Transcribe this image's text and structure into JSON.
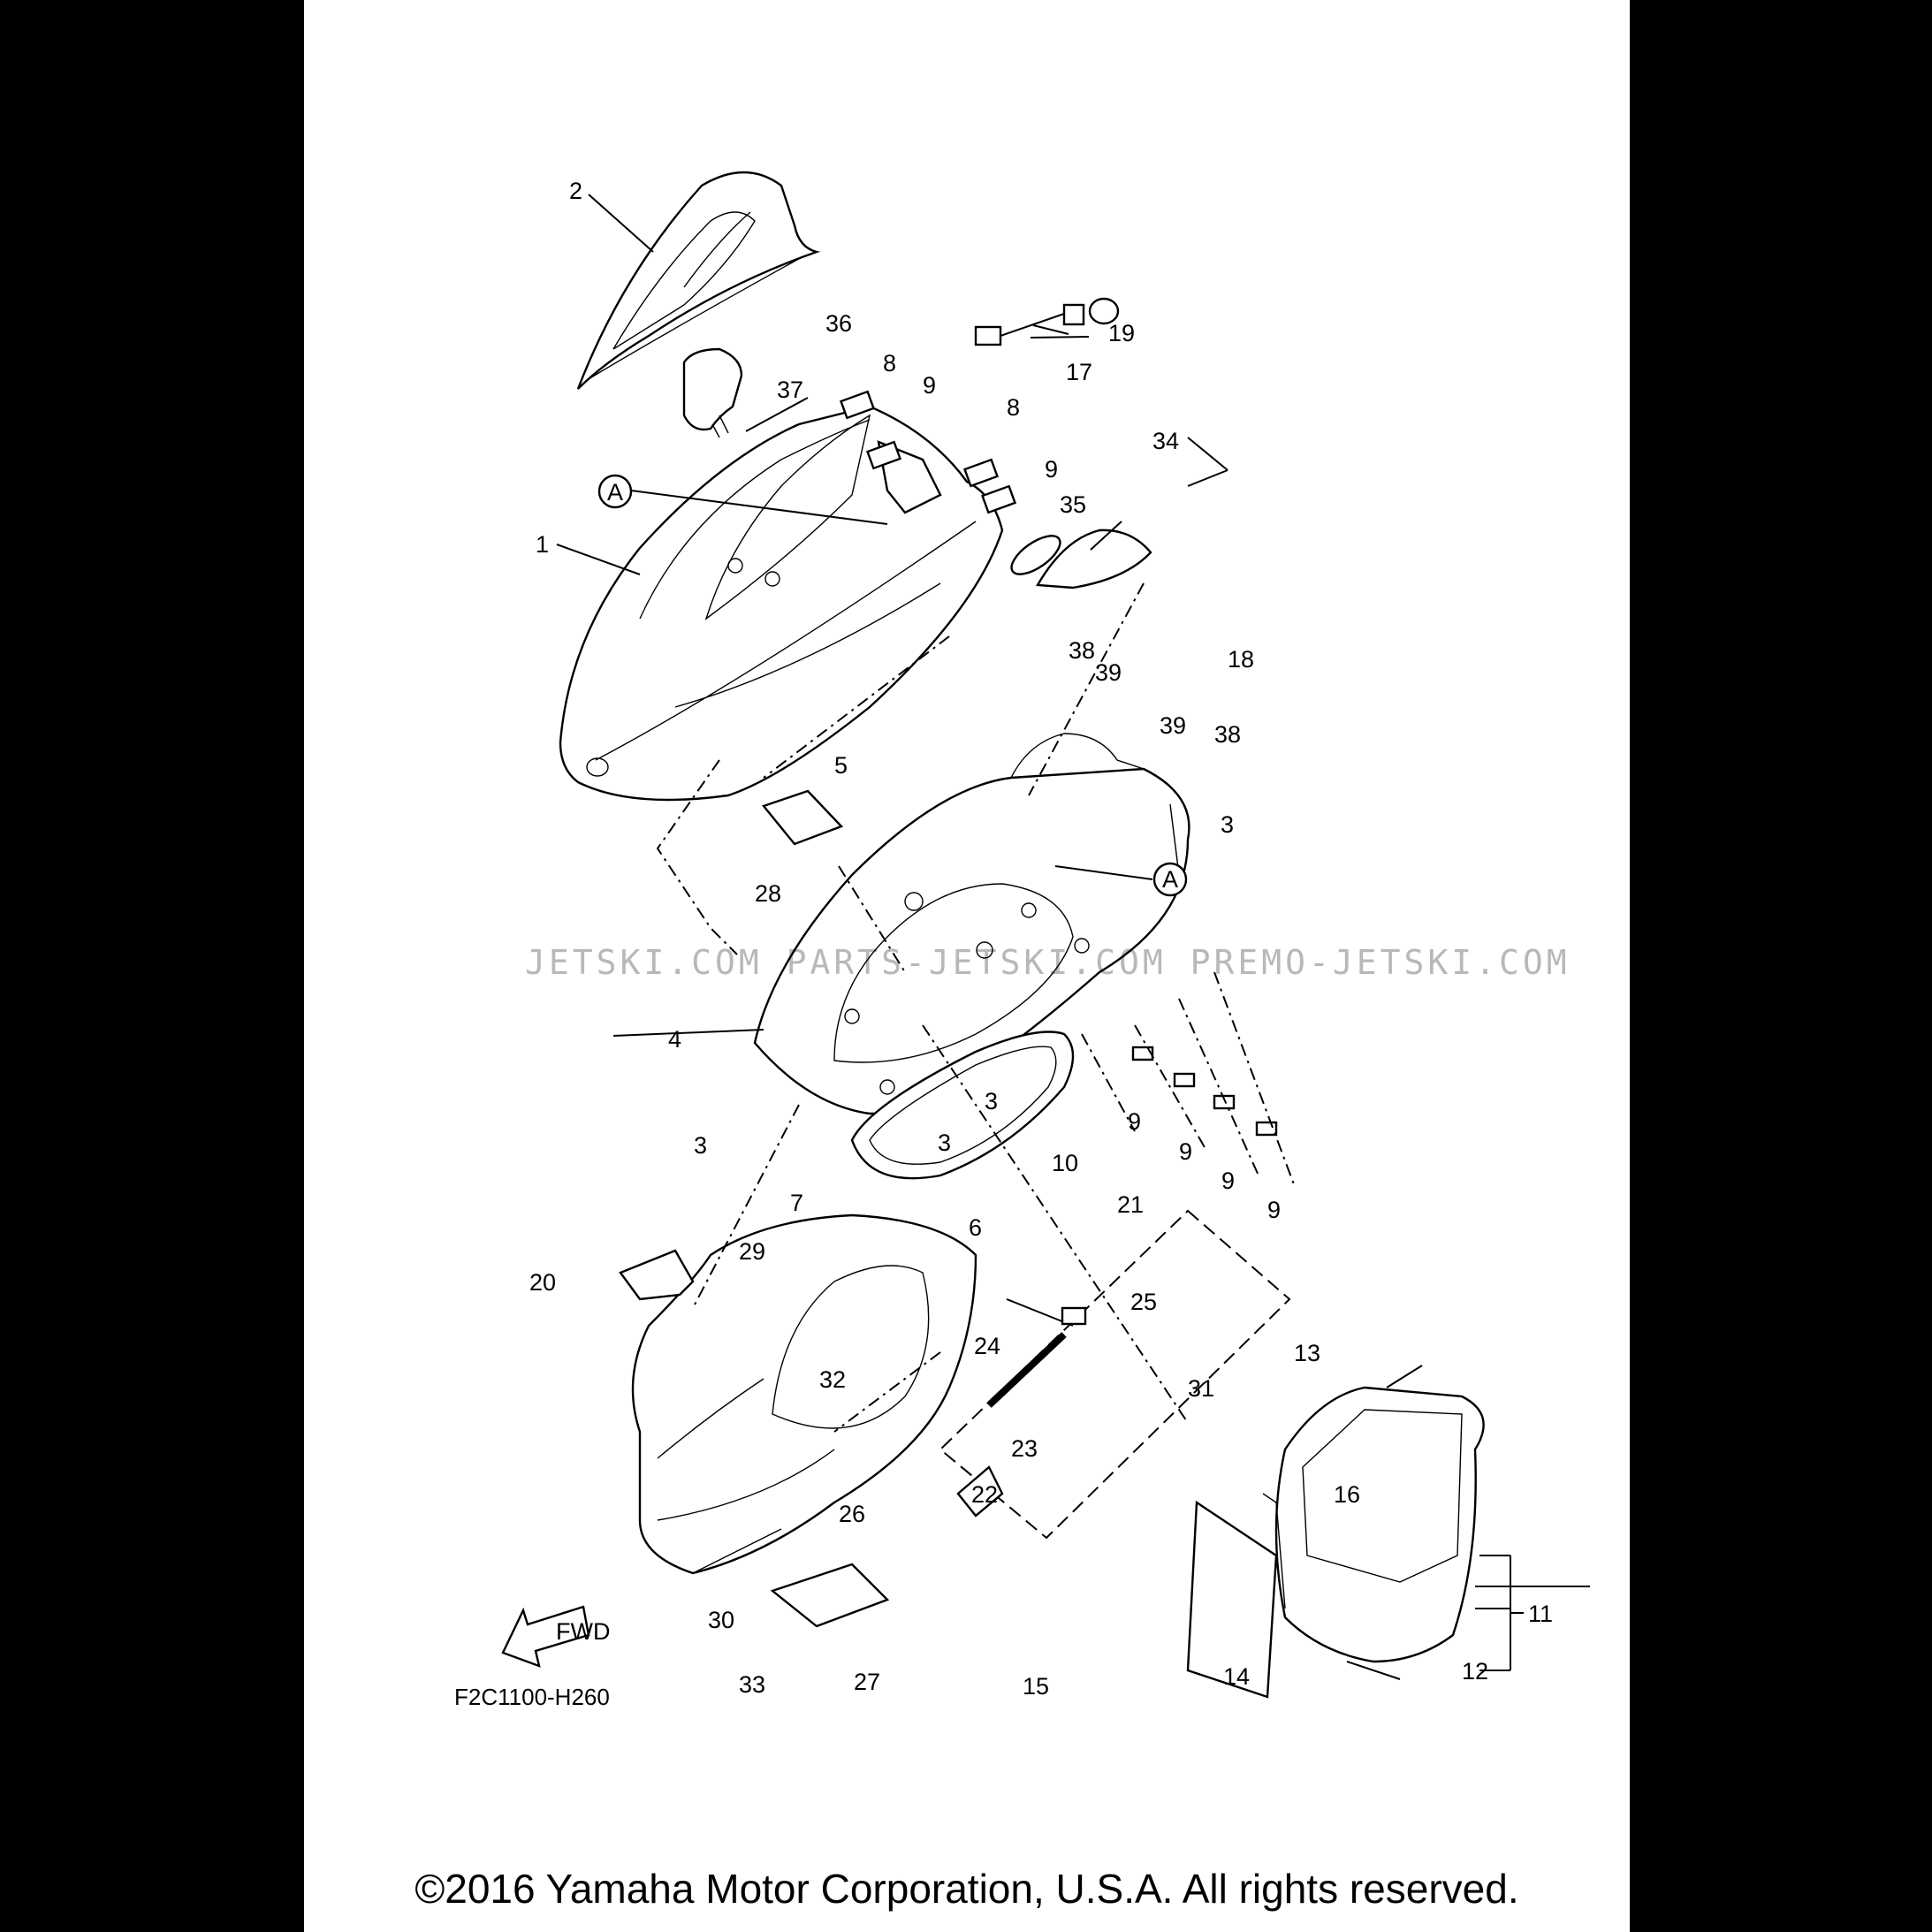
{
  "diagram": {
    "figure_code": "F2C1100-H260",
    "copyright": "©2016 Yamaha Motor Corporation, U.S.A. All rights reserved.",
    "watermark": "JETSKI.COM  PARTS-JETSKI.COM  PREMO-JETSKI.COM",
    "fwd_label": "FWD",
    "ref_marker": "A",
    "callouts": {
      "c1": "1",
      "c2": "2",
      "c3a": "3",
      "c3b": "3",
      "c3c": "3",
      "c3d": "3",
      "c4": "4",
      "c5": "5",
      "c6": "6",
      "c7": "7",
      "c8a": "8",
      "c8b": "8",
      "c9a": "9",
      "c9b": "9",
      "c9c": "9",
      "c9d": "9",
      "c9e": "9",
      "c9f": "9",
      "c10": "10",
      "c11": "11",
      "c12": "12",
      "c13": "13",
      "c14": "14",
      "c15": "15",
      "c16": "16",
      "c17": "17",
      "c18": "18",
      "c19": "19",
      "c20": "20",
      "c21": "21",
      "c22": "22",
      "c23": "23",
      "c24": "24",
      "c25": "25",
      "c26": "26",
      "c27": "27",
      "c28": "28",
      "c29": "29",
      "c30": "30",
      "c31": "31",
      "c32": "32",
      "c33": "33",
      "c34": "34",
      "c35": "35",
      "c36": "36",
      "c37": "37",
      "c38a": "38",
      "c38b": "38",
      "c39a": "39",
      "c39b": "39"
    }
  }
}
